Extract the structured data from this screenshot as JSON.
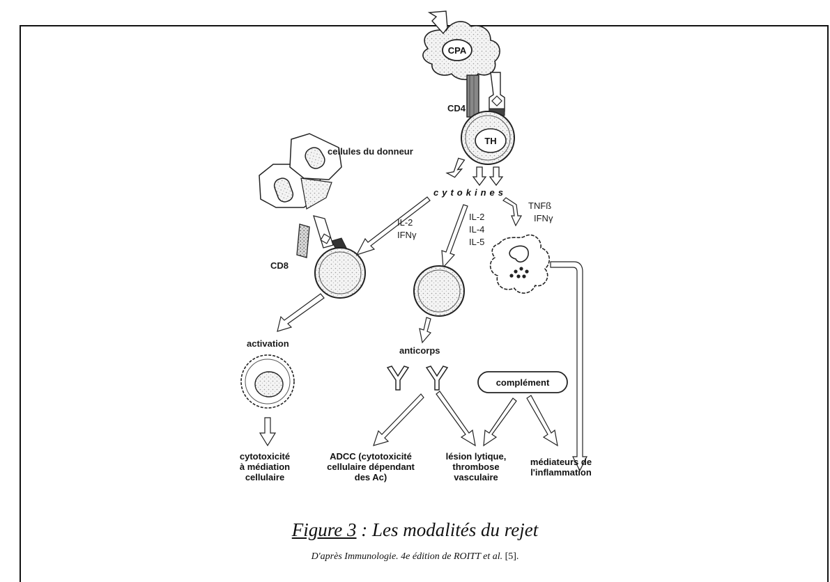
{
  "labels": {
    "cpa": "CPA",
    "cd4": "CD4",
    "th": "TH",
    "donor_cells": "cellules du donneur",
    "cytokines": "cytokines",
    "il2_ifn_left": [
      "IL-2",
      "IFNγ"
    ],
    "il_list_mid": [
      "IL-2",
      "IL-4",
      "IL-5"
    ],
    "tnf_ifn_right": [
      "TNFß",
      "IFNγ"
    ],
    "cd8": "CD8",
    "activation": "activation",
    "anticorps": "anticorps",
    "complement": "complément"
  },
  "outcomes": {
    "cytotoxicity": [
      "cytotoxicité",
      "à médiation",
      "cellulaire"
    ],
    "adcc": [
      "ADCC (cytotoxicité",
      "cellulaire dépendant",
      "des Ac)"
    ],
    "lysis": [
      "lésion lytique,",
      "thrombose",
      "vasculaire"
    ],
    "mediators": [
      "médiateurs de",
      "l'inflammation"
    ]
  },
  "caption": {
    "figure_number": "Figure 3",
    "title_rest": " : Les modalités du rejet",
    "source": "D'après Immunologie. 4e édition de ROITT et al.",
    "ref": " [5]."
  }
}
